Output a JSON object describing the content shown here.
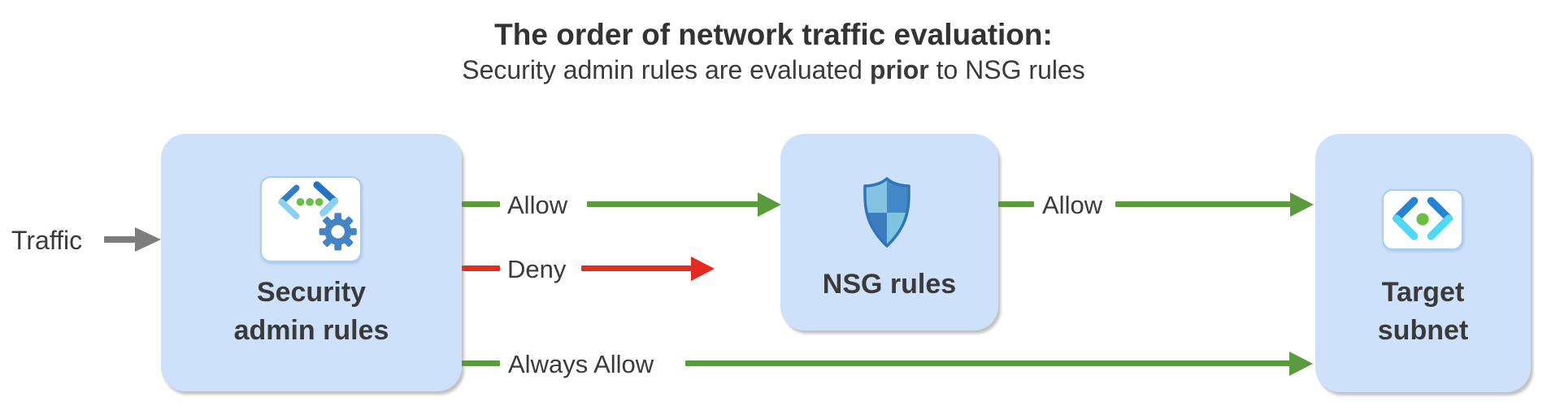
{
  "title": "The order of network traffic evaluation:",
  "subtitle": {
    "pre": "Security admin rules are evaluated ",
    "bold": "prior",
    "post": " to NSG rules"
  },
  "traffic": {
    "label": "Traffic"
  },
  "nodes": [
    {
      "id": "security-admin-rules",
      "lines": [
        "Security",
        "admin rules"
      ],
      "icon": "virtual-network-manager-icon"
    },
    {
      "id": "nsg-rules",
      "lines": [
        "NSG rules"
      ],
      "icon": "nsg-shield-icon"
    },
    {
      "id": "target-subnet",
      "lines": [
        "Target",
        "subnet"
      ],
      "icon": "subnet-icon"
    }
  ],
  "edges": [
    {
      "id": "allow-to-nsg",
      "label": "Allow",
      "from": "security-admin-rules",
      "to": "nsg-rules",
      "color": "#5C9B3D"
    },
    {
      "id": "deny",
      "label": "Deny",
      "from": "security-admin-rules",
      "to": null,
      "color": "#E32B22"
    },
    {
      "id": "allow-to-target",
      "label": "Allow",
      "from": "nsg-rules",
      "to": "target-subnet",
      "color": "#5C9B3D"
    },
    {
      "id": "always-allow",
      "label": "Always Allow",
      "from": "security-admin-rules",
      "to": "target-subnet",
      "color": "#5C9B3D"
    }
  ],
  "colors": {
    "green": "#5C9B3D",
    "red": "#E32B22",
    "gray": "#7D7D7D",
    "box_fill": "#CEE1FA",
    "text": "#3A3A3A"
  }
}
